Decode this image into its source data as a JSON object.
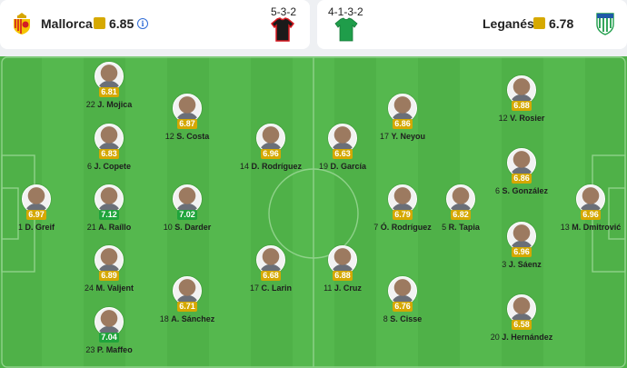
{
  "home": {
    "name": "Mallorca",
    "rating": "6.85",
    "formation": "5-3-2",
    "color": "#d71920",
    "players": [
      {
        "number": "22",
        "name": "J. Mojica",
        "rating": "6.81",
        "badge": "amber"
      },
      {
        "number": "6",
        "name": "J. Copete",
        "rating": "6.83",
        "badge": "amber"
      },
      {
        "number": "1",
        "name": "D. Greif",
        "rating": "6.97",
        "badge": "amber"
      },
      {
        "number": "21",
        "name": "A. Raíllo",
        "rating": "7.12",
        "badge": "green"
      },
      {
        "number": "24",
        "name": "M. Valjent",
        "rating": "6.89",
        "badge": "amber"
      },
      {
        "number": "23",
        "name": "P. Maffeo",
        "rating": "7.04",
        "badge": "green"
      },
      {
        "number": "12",
        "name": "S. Costa",
        "rating": "6.87",
        "badge": "amber"
      },
      {
        "number": "10",
        "name": "S. Darder",
        "rating": "7.02",
        "badge": "green"
      },
      {
        "number": "18",
        "name": "A. Sánchez",
        "rating": "6.71",
        "badge": "amber"
      },
      {
        "number": "14",
        "name": "D. Rodríguez",
        "rating": "6.96",
        "badge": "amber"
      },
      {
        "number": "17",
        "name": "C. Larin",
        "rating": "6.68",
        "badge": "amber"
      }
    ]
  },
  "away": {
    "name": "Leganés",
    "rating": "6.78",
    "formation": "4-1-3-2",
    "color": "#1f9d4a",
    "players": [
      {
        "number": "19",
        "name": "D. García",
        "rating": "6.63",
        "badge": "amber"
      },
      {
        "number": "11",
        "name": "J. Cruz",
        "rating": "6.88",
        "badge": "amber"
      },
      {
        "number": "17",
        "name": "Y. Neyou",
        "rating": "6.86",
        "badge": "amber"
      },
      {
        "number": "7",
        "name": "Ó. Rodríguez",
        "rating": "6.79",
        "badge": "amber"
      },
      {
        "number": "8",
        "name": "S. Cisse",
        "rating": "6.76",
        "badge": "amber"
      },
      {
        "number": "5",
        "name": "R. Tapia",
        "rating": "6.82",
        "badge": "amber"
      },
      {
        "number": "12",
        "name": "V. Rosier",
        "rating": "6.88",
        "badge": "amber"
      },
      {
        "number": "6",
        "name": "S. González",
        "rating": "6.86",
        "badge": "amber"
      },
      {
        "number": "3",
        "name": "J. Sáenz",
        "rating": "6.96",
        "badge": "amber"
      },
      {
        "number": "20",
        "name": "J. Hernández",
        "rating": "6.58",
        "badge": "amber"
      },
      {
        "number": "13",
        "name": "M. Dmitrović",
        "rating": "6.96",
        "badge": "amber"
      }
    ]
  },
  "icons": {
    "info": "info-icon",
    "home_crest": "mallorca-crest-icon",
    "away_crest": "leganes-crest-icon",
    "home_shirt": "black-shirt-icon",
    "away_shirt": "green-shirt-icon"
  }
}
